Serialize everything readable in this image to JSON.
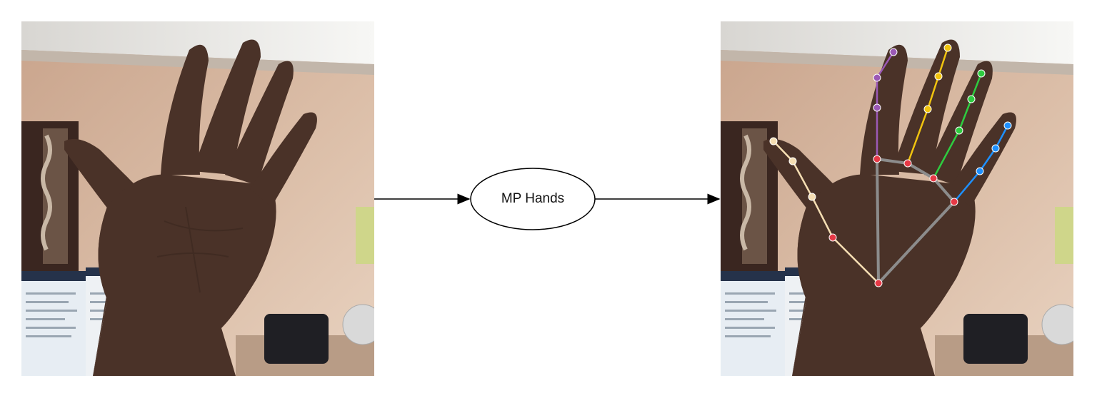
{
  "diagram": {
    "process_node": {
      "label": "MP Hands"
    },
    "input_image": {
      "description_icon": "hand-photo-icon"
    },
    "output_image": {
      "description_icon": "hand-landmarks-photo-icon"
    },
    "edges": [
      {
        "from": "input_image",
        "to": "process_node"
      },
      {
        "from": "process_node",
        "to": "output_image"
      }
    ],
    "colors": {
      "thumb": "#f5deb3",
      "index": "#9b59b6",
      "middle": "#f1c40f",
      "ring": "#2ecc40",
      "pinky": "#1e90ff",
      "palm_joint": "#e63946",
      "palm_line": "#8c8c8c"
    }
  }
}
